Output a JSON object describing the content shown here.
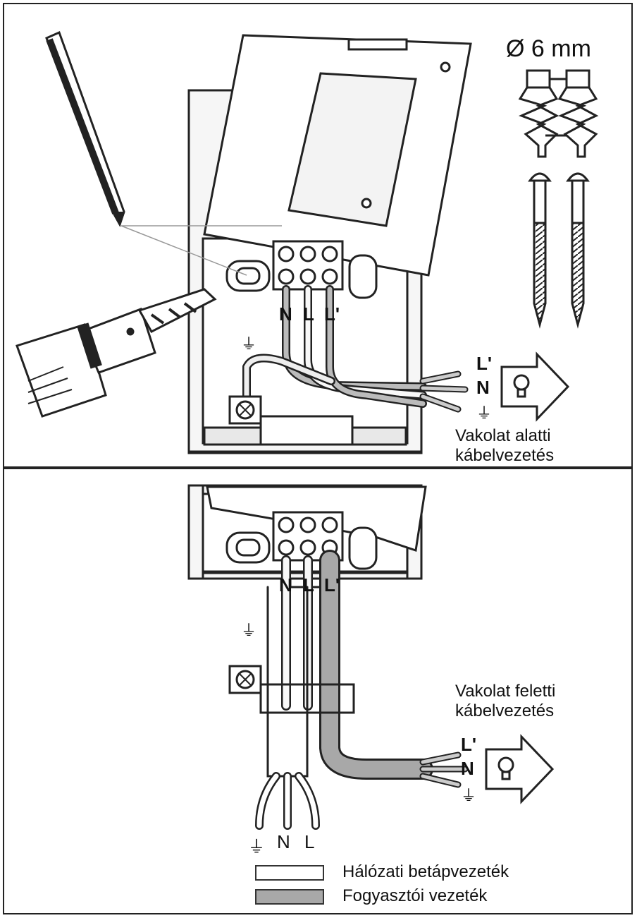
{
  "top": {
    "diameter_label": "Ø 6 mm",
    "terminals": [
      "N",
      "L",
      "L'"
    ],
    "outputs": [
      "L'",
      "N",
      "⏚"
    ],
    "caption_line1": "Vakolat alatti",
    "caption_line2": "kábelvezetés"
  },
  "bottom": {
    "terminals": [
      "N",
      "L",
      "L'"
    ],
    "outputs": [
      "L'",
      "N",
      "⏚"
    ],
    "caption_line1": "Vakolat feletti",
    "caption_line2": "kábelvezetés",
    "supply": [
      "⏚",
      "N",
      "L"
    ]
  },
  "legend": {
    "items": [
      {
        "label": "Hálózati betápvezeték",
        "color": "#ffffff"
      },
      {
        "label": "Fogyasztói vezeték",
        "color": "#a8a8a8"
      }
    ]
  },
  "colors": {
    "line": "#222222",
    "cable_grey": "#a8a8a8",
    "housing": "#f4f4f4"
  },
  "icons": [
    "pencil-icon",
    "drill-icon",
    "wall-plug-icon",
    "screw-icon",
    "bulb-arrow-icon",
    "ground-symbol-icon"
  ]
}
